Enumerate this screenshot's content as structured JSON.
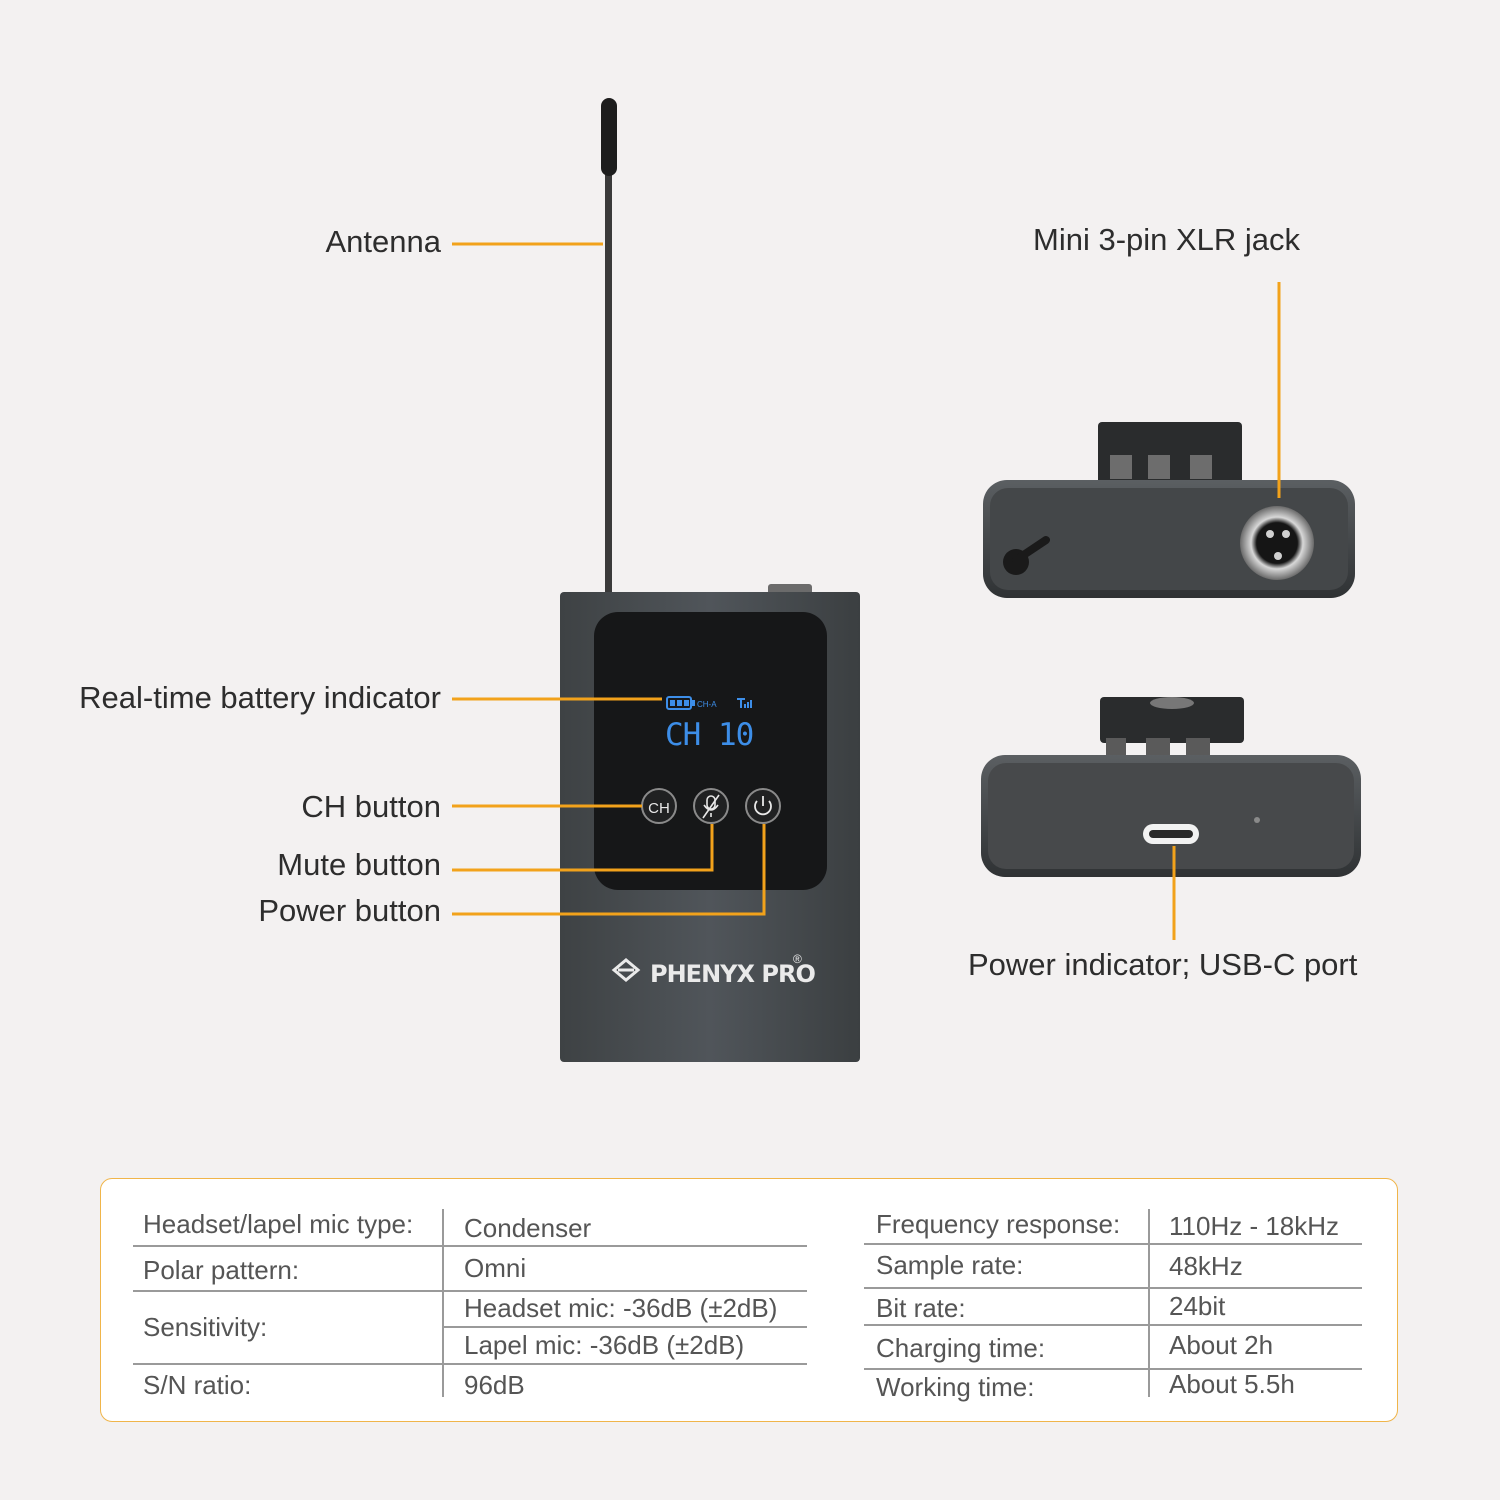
{
  "callouts": {
    "antenna": "Antenna",
    "battery": "Real-time battery indicator",
    "ch_button": "CH button",
    "mute_button": "Mute button",
    "power_button": "Power button",
    "xlr_jack": "Mini 3-pin XLR jack",
    "usb_port": "Power indicator; USB-C port"
  },
  "device": {
    "screen_channel": "CH 10",
    "screen_small_label": "CH-A",
    "ch_key": "CH",
    "brand": "PHENYX PRO",
    "registered": "®"
  },
  "colors": {
    "accent": "#f2a21b",
    "body": "#4a4e50",
    "screen": "#161718",
    "lcd": "#3d8ee8"
  },
  "specs_left": [
    {
      "label": "Headset/lapel mic type:",
      "value": "Condenser"
    },
    {
      "label": "Polar pattern:",
      "value": "Omni"
    },
    {
      "label": "Sensitivity:",
      "value": "Headset mic: -36dB (±2dB)",
      "value2": "Lapel mic: -36dB (±2dB)"
    },
    {
      "label": "S/N ratio:",
      "value": "96dB"
    }
  ],
  "specs_right": [
    {
      "label": "Frequency response:",
      "value": "110Hz - 18kHz"
    },
    {
      "label": "Sample rate:",
      "value": "48kHz"
    },
    {
      "label": "Bit rate:",
      "value": "24bit"
    },
    {
      "label": "Charging time:",
      "value": "About 2h"
    },
    {
      "label": "Working time:",
      "value": "About 5.5h"
    }
  ]
}
